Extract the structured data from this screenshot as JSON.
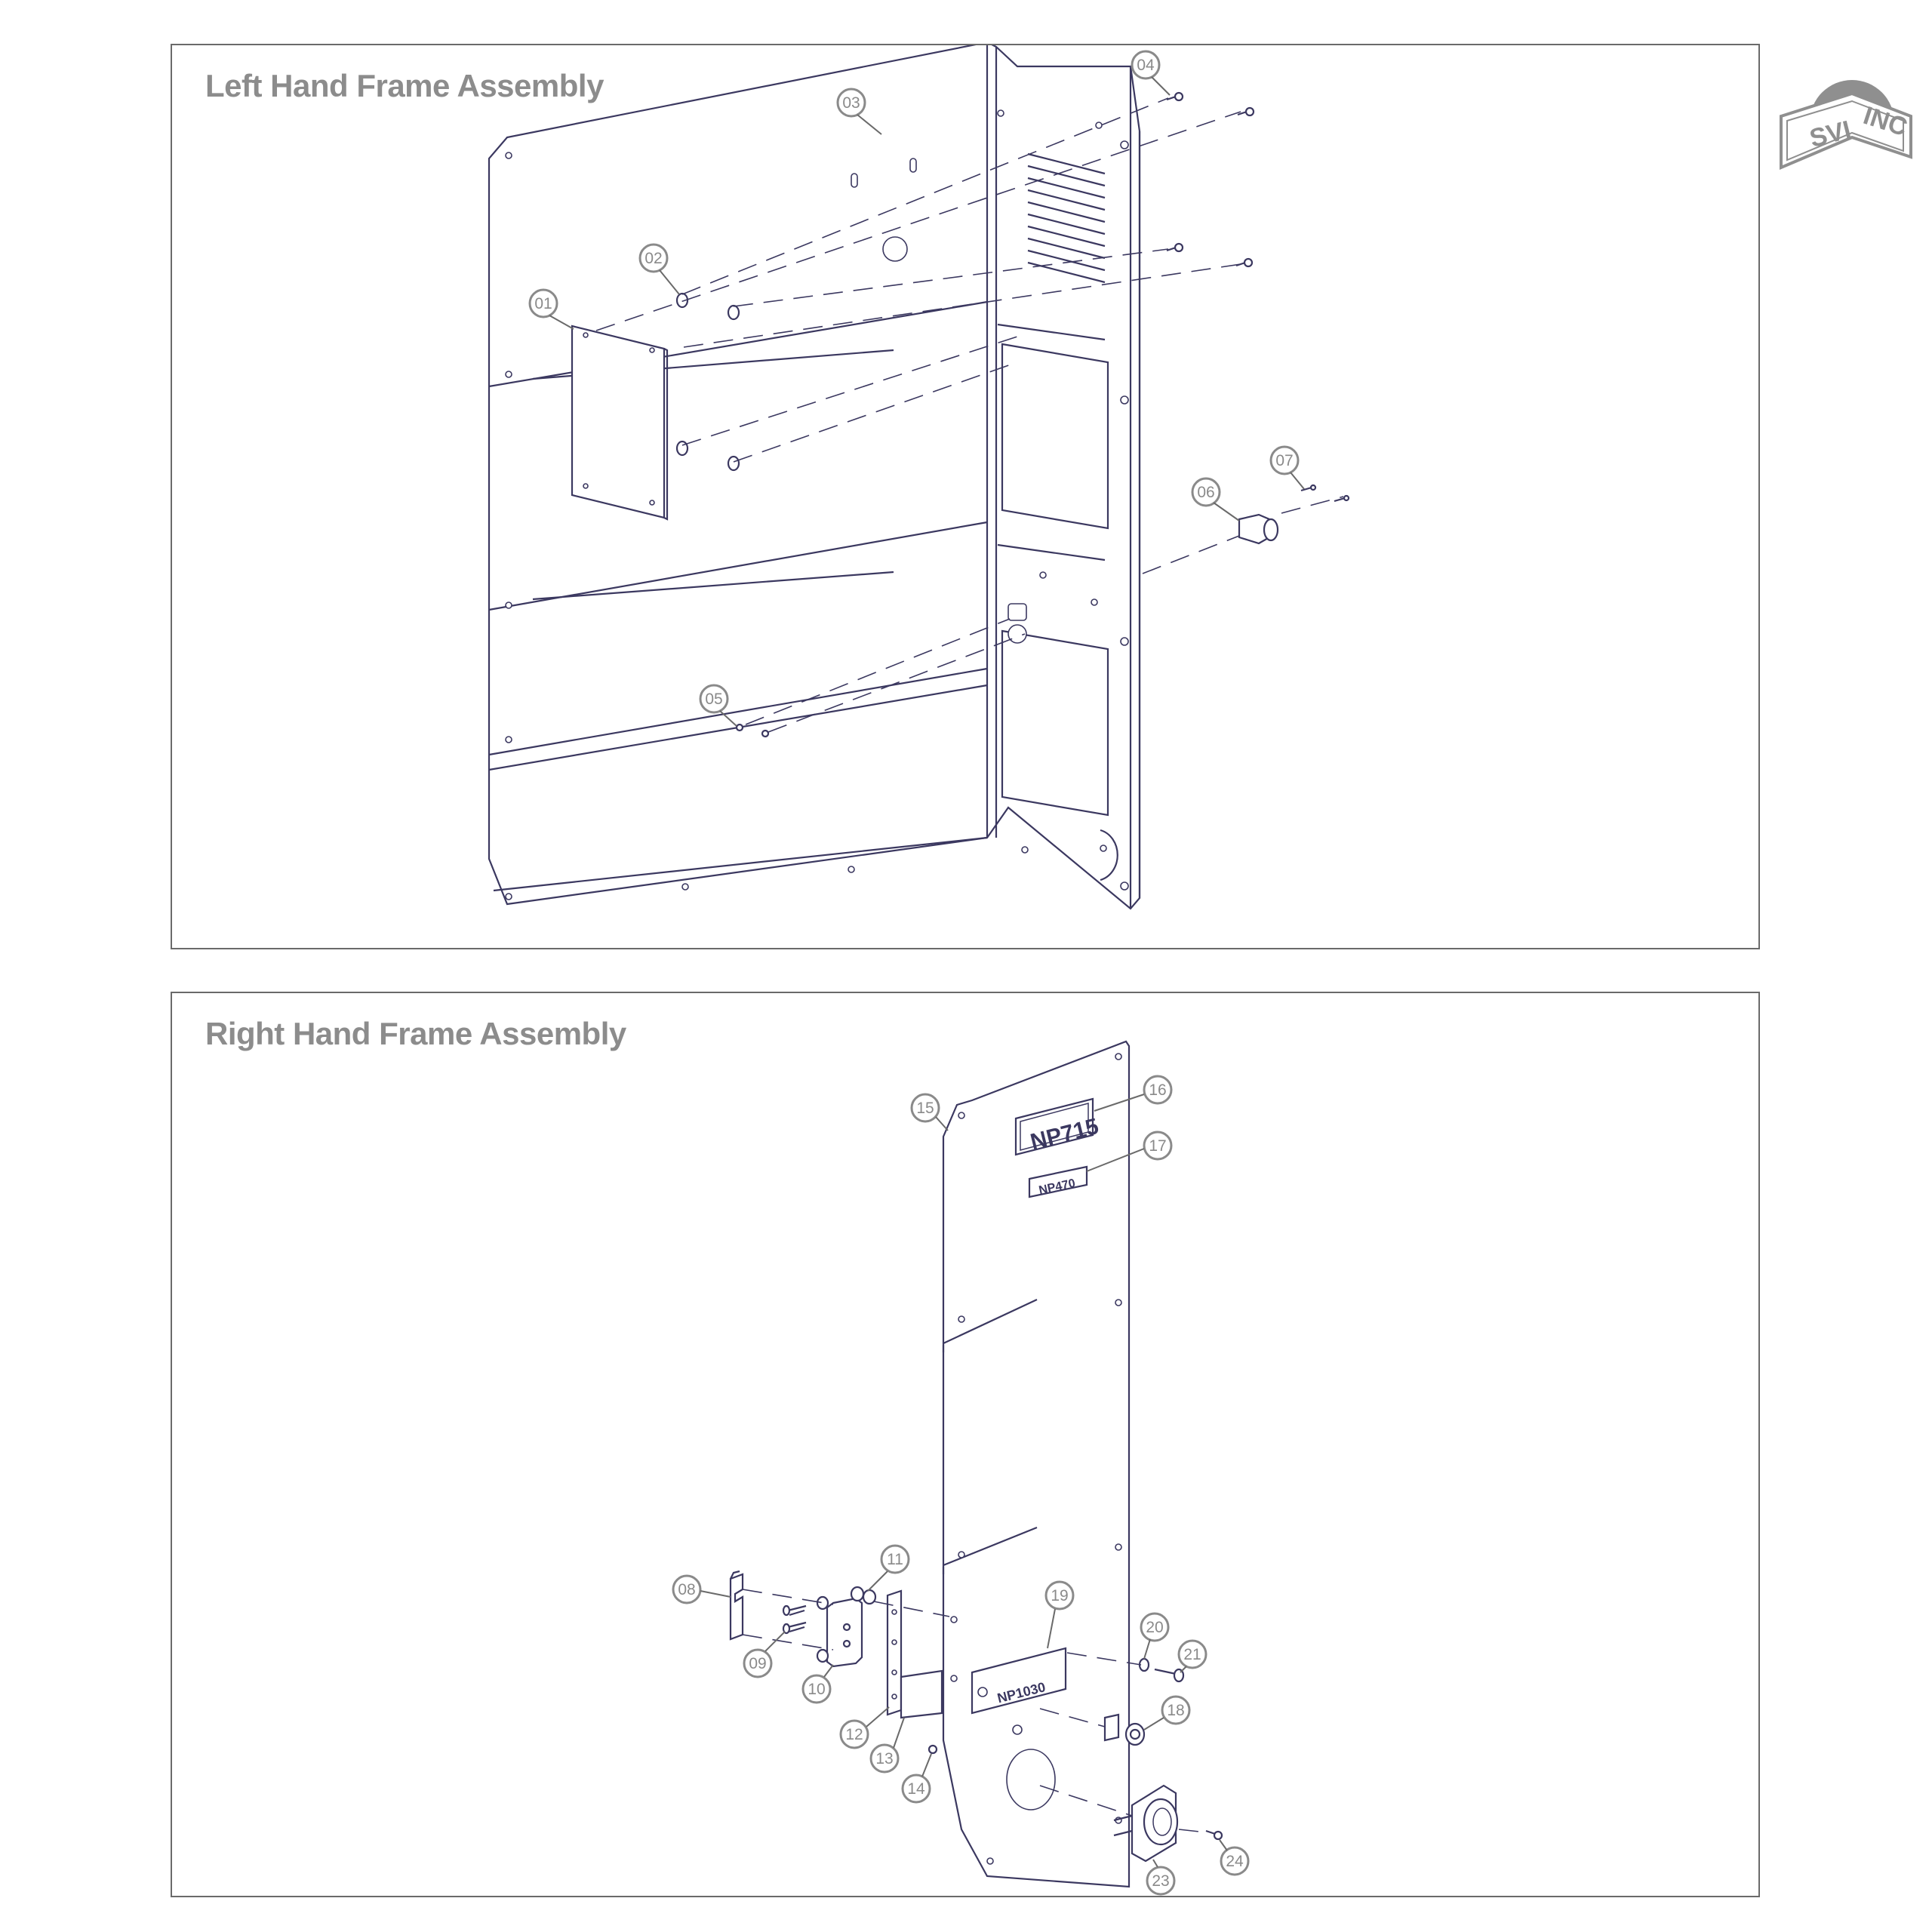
{
  "logo": {
    "text": "SVI INC",
    "icon": "svi-inc-logo"
  },
  "panels": {
    "left": {
      "title": "Left Hand Frame Assembly",
      "callouts": [
        "01",
        "02",
        "03",
        "04",
        "05",
        "06",
        "07"
      ]
    },
    "right": {
      "title": "Right Hand Frame Assembly",
      "callouts": [
        "08",
        "09",
        "10",
        "11",
        "12",
        "13",
        "14",
        "15",
        "16",
        "17",
        "18",
        "19",
        "20",
        "21",
        "23",
        "24"
      ],
      "nameplates": {
        "np715": "NP715",
        "np470": "NP470",
        "np1030": "NP1030"
      }
    }
  },
  "colors": {
    "line": "#3b3860",
    "callout": "#8a8a8a",
    "border": "#6a6a6a",
    "title": "#8c8c8c"
  }
}
